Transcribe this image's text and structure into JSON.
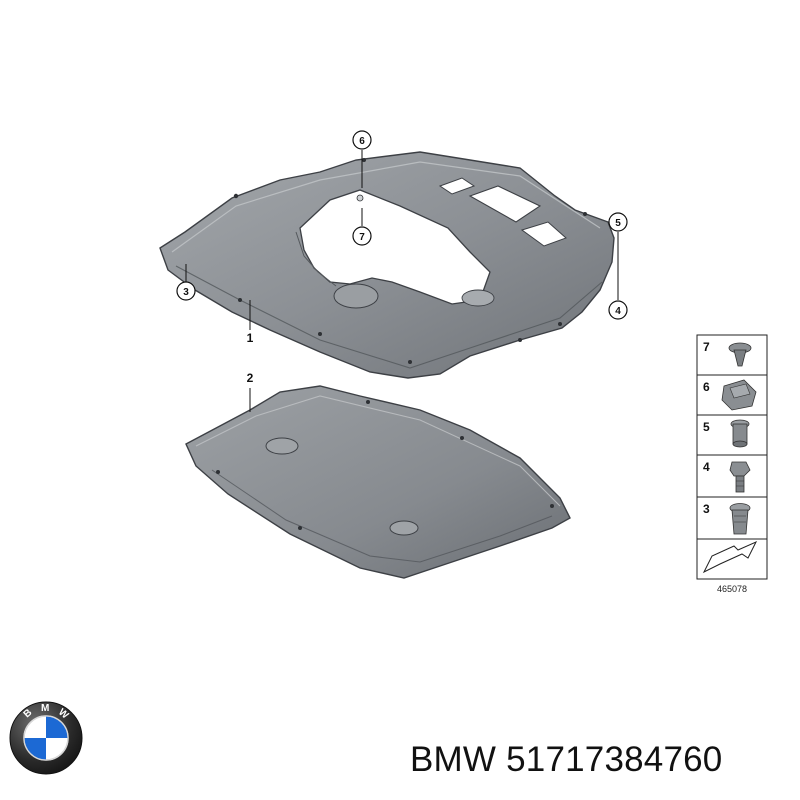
{
  "callouts": {
    "c6": "6",
    "c7": "7",
    "c5": "5",
    "c4": "4",
    "c3": "3"
  },
  "part_labels": {
    "p1": "1",
    "p2": "2"
  },
  "legend": {
    "items": [
      "7",
      "6",
      "5",
      "4",
      "3"
    ]
  },
  "diagram_code": "465078",
  "footer": {
    "brand": "BMW",
    "part_number": "51717384760"
  },
  "logo": {
    "letters": [
      "B",
      "M",
      "W"
    ]
  },
  "colors": {
    "panel_fill": "#8f9398",
    "panel_dark": "#5a5e63",
    "panel_light": "#b3b6ba",
    "logo_blue": "#1c69d4",
    "logo_ring": "#222222"
  }
}
